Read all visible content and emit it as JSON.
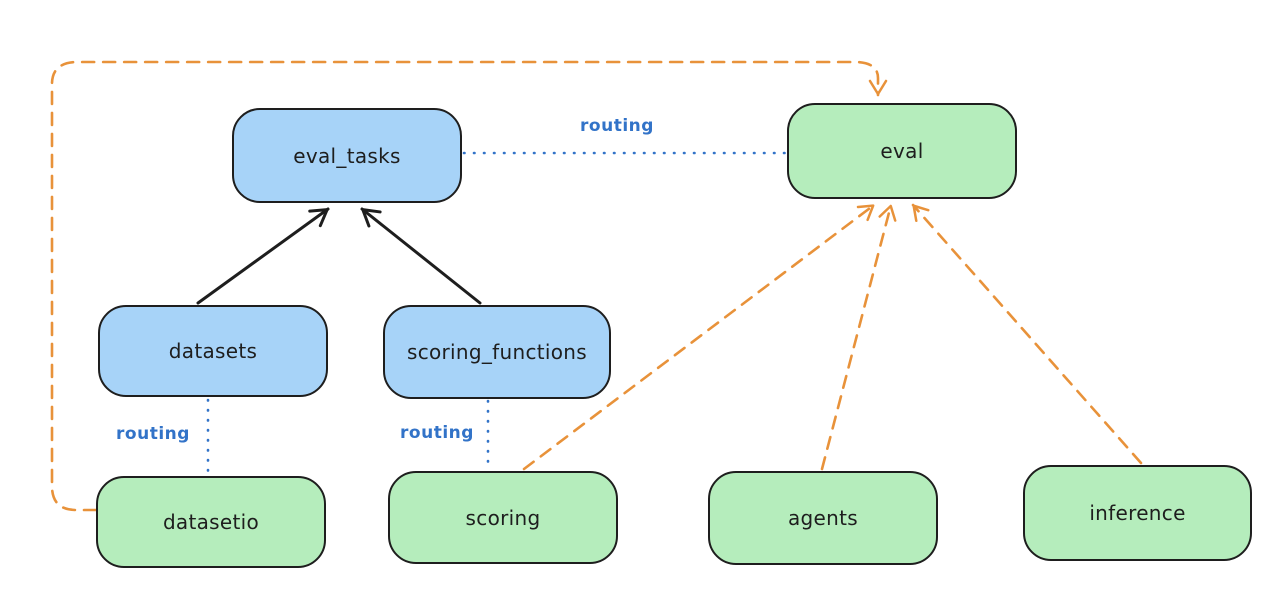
{
  "diagram": {
    "description": "architecture diagram linking API boxes to provider boxes",
    "nodes": {
      "eval_tasks": {
        "label": "eval_tasks",
        "fill": "#a7d3f8"
      },
      "datasets": {
        "label": "datasets",
        "fill": "#a7d3f8"
      },
      "scoring_functions": {
        "label": "scoring_functions",
        "fill": "#a7d3f8"
      },
      "eval": {
        "label": "eval",
        "fill": "#b5edbc"
      },
      "datasetio": {
        "label": "datasetio",
        "fill": "#b5edbc"
      },
      "scoring": {
        "label": "scoring",
        "fill": "#b5edbc"
      },
      "agents": {
        "label": "agents",
        "fill": "#b5edbc"
      },
      "inference": {
        "label": "inference",
        "fill": "#b5edbc"
      }
    },
    "edges": {
      "eval_tasks_eval": {
        "label": "routing"
      },
      "datasets_datasetio": {
        "label": "routing"
      },
      "scoring_functions_scoring": {
        "label": "routing"
      }
    },
    "colors": {
      "node_stroke": "#1e1e1e",
      "arrow_black": "#1e1e1e",
      "routing_blue": "#3273c8",
      "arrow_orange": "#e8923a",
      "blue_fill": "#a7d3f8",
      "green_fill": "#b5edbc"
    }
  }
}
